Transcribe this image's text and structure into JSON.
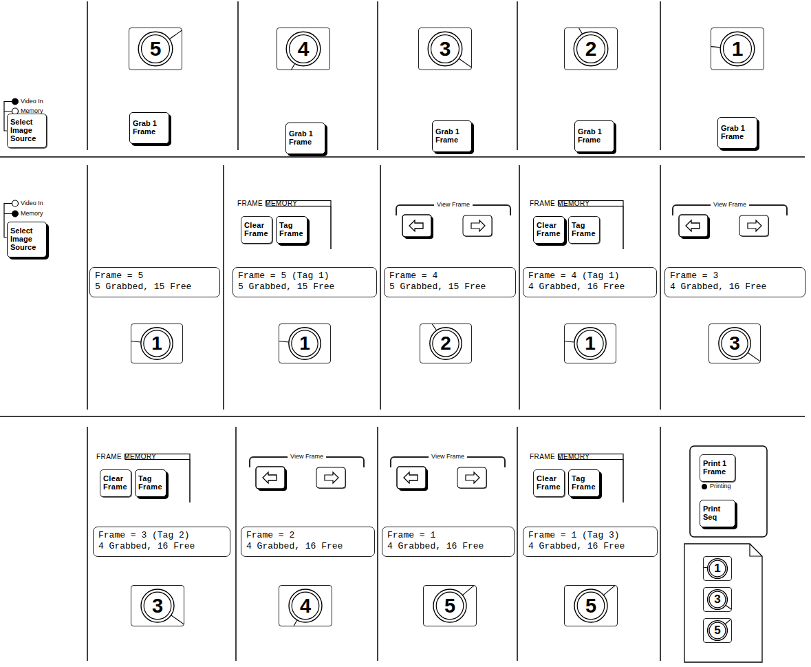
{
  "diagram": {
    "nodes": [
      {
        "text": [
          "Select Image Source"
        ]
      },
      {
        "text": [
          "5"
        ]
      },
      {
        "text": [
          "Grab 1 Frame"
        ]
      },
      {
        "text": [
          "4"
        ]
      },
      {
        "text": [
          "Grab 1 Frame"
        ]
      },
      {
        "text": [
          "3"
        ]
      },
      {
        "text": [
          "Grab 1 Frame"
        ]
      },
      {
        "text": [
          "2"
        ]
      },
      {
        "text": [
          "Grab 1 Frame"
        ]
      },
      {
        "text": [
          "1"
        ]
      },
      {
        "text": [
          "Grab 1 Frame"
        ]
      },
      {
        "text": [
          "Select Image Source"
        ]
      },
      {
        "text": [
          "Frame = 5",
          "5 Grabbed, 15 Free"
        ]
      },
      {
        "text": [
          "1"
        ]
      },
      {
        "text": [
          "FRAME MEMORY"
        ]
      },
      {
        "text": [
          "Clear Frame"
        ],
        "in": 14
      },
      {
        "text": [
          "Tag Frame"
        ],
        "in": 14
      },
      {
        "text": [
          "Frame = 5 (Tag 1)",
          "5 Grabbed, 15 Free"
        ]
      },
      {
        "text": [
          "1"
        ]
      },
      {
        "text": [
          "View Frame"
        ]
      },
      {
        "text": [
          "Frame = 4",
          "5 Grabbed, 15 Free"
        ]
      },
      {
        "text": [
          "2"
        ]
      },
      {
        "text": [
          "FRAME MEMORY"
        ]
      },
      {
        "text": [
          "Clear Frame"
        ],
        "in": 22
      },
      {
        "text": [
          "Tag Frame"
        ],
        "in": 22
      },
      {
        "text": [
          "Frame = 4 (Tag 1)",
          "4 Grabbed, 16 Free"
        ]
      },
      {
        "text": [
          "1"
        ]
      },
      {
        "text": [
          "View Frame"
        ]
      },
      {
        "text": [
          "Frame = 3",
          "4 Grabbed, 16 Free"
        ]
      },
      {
        "text": [
          "3"
        ]
      },
      {
        "text": [
          "FRAME MEMORY"
        ]
      },
      {
        "text": [
          "Clear Frame"
        ],
        "in": 30
      },
      {
        "text": [
          "Tag Frame"
        ],
        "in": 30
      },
      {
        "text": [
          "Frame = 3 (Tag 2)",
          "4 Grabbed, 16 Free"
        ]
      },
      {
        "text": [
          "3"
        ]
      },
      {
        "text": [
          "View Frame"
        ]
      },
      {
        "text": [
          "Frame = 2",
          "4 Grabbed, 16 Free"
        ]
      },
      {
        "text": [
          "4"
        ]
      },
      {
        "text": [
          "View Frame"
        ]
      },
      {
        "text": [
          "Frame = 1",
          "4 Grabbed, 16 Free"
        ]
      },
      {
        "text": [
          "5"
        ]
      },
      {
        "text": [
          "FRAME MEMORY"
        ]
      },
      {
        "text": [
          "Clear Frame"
        ],
        "in": 41
      },
      {
        "text": [
          "Tag Frame"
        ],
        "in": 41
      },
      {
        "text": [
          "Frame = 1 (Tag 3)",
          "4 Grabbed, 16 Free"
        ]
      },
      {
        "text": [
          "5"
        ]
      },
      {
        "text": [
          "Print 1 Frame"
        ]
      },
      {
        "text": [
          "Print Seq"
        ]
      },
      {
        "text": [
          "1"
        ]
      },
      {
        "text": [
          "3"
        ]
      },
      {
        "text": [
          "5"
        ]
      }
    ],
    "labels": [
      "Video In",
      "Memory",
      "Video In",
      "Memory",
      "Printing"
    ]
  }
}
